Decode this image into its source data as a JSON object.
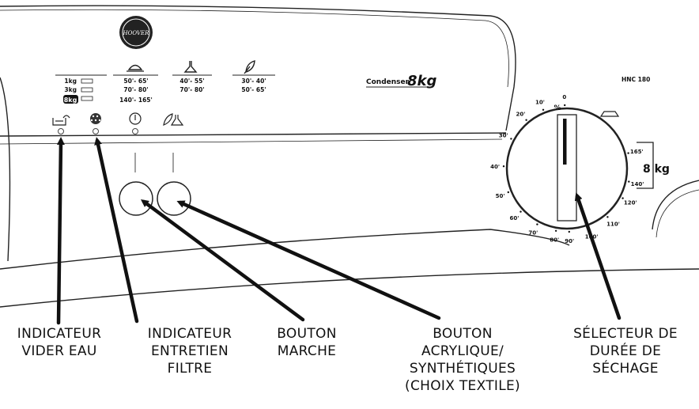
{
  "brand": {
    "logo_text": "HOOVER"
  },
  "panel": {
    "condenser_label": "Condenser",
    "capacity_label": "8kg",
    "model_label": "HNC 180",
    "dial_capacity_label": "8 kg"
  },
  "load_table": {
    "rows": [
      "1kg",
      "3kg",
      "8kg"
    ],
    "cotton_times": [
      "50'- 65'",
      "70'- 80'",
      "140'- 165'"
    ],
    "synthetic_times": [
      "40'- 55'",
      "70'- 80'"
    ],
    "delicate_times": [
      "30'- 40'",
      "50'- 65'"
    ]
  },
  "dial": {
    "labels": [
      "0",
      "10'",
      "20'",
      "30'",
      "40'",
      "50'",
      "60'",
      "70'",
      "80'",
      "90'",
      "100'",
      "110'",
      "120'",
      "140'",
      "165'"
    ],
    "special_symbol": "%"
  },
  "callouts": {
    "water_indicator": [
      "INDICATEUR",
      "VIDER EAU"
    ],
    "filter_indicator": [
      "INDICATEUR",
      "ENTRETIEN",
      "FILTRE"
    ],
    "power_button": [
      "BOUTON",
      "MARCHE"
    ],
    "synthetic_button": [
      "BOUTON",
      "ACRYLIQUE/",
      "SYNTHÉTIQUES",
      "(CHOIX TEXTILE)"
    ],
    "timer_selector": [
      "SÉLECTEUR DE",
      "DURÉE DE",
      "SÉCHAGE"
    ]
  },
  "colors": {
    "ink": "#111111",
    "background": "#ffffff"
  }
}
